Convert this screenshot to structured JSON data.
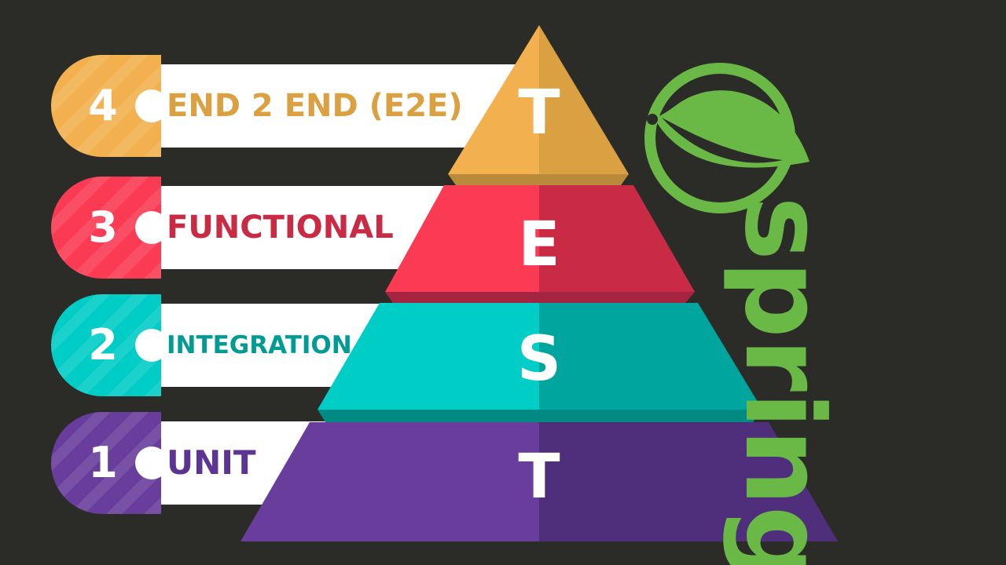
{
  "levels": [
    {
      "number": "4",
      "label": "END 2 END (E2E)",
      "letter": "T",
      "color": "#f2b14e",
      "dark": "#dba041",
      "text_color": "#dba041"
    },
    {
      "number": "3",
      "label": "FUNCTIONAL",
      "letter": "E",
      "color": "#fb3b54",
      "dark": "#c92b45",
      "text_color": "#c92b45"
    },
    {
      "number": "2",
      "label": "INTEGRATION",
      "letter": "S",
      "color": "#00cdc5",
      "dark": "#00a59e",
      "text_color": "#009b93"
    },
    {
      "number": "1",
      "label": "UNIT",
      "letter": "T",
      "color": "#683d9c",
      "dark": "#4f2e7b",
      "text_color": "#5c3592"
    }
  ],
  "logo": {
    "wordmark": "spring",
    "color": "#6ab946",
    "icon": "leaf-icon"
  }
}
